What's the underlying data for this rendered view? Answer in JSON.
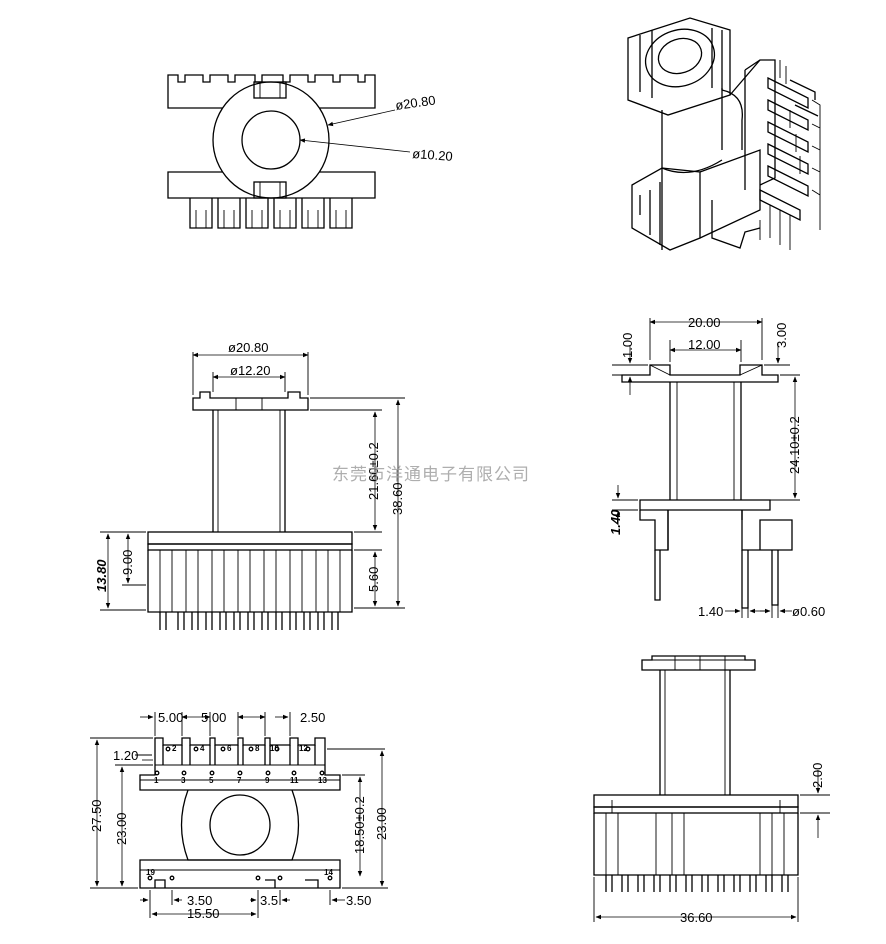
{
  "watermark": "东莞市洋通电子有限公司",
  "top_view": {
    "outer_dia": "ø20.80",
    "inner_dia": "ø10.20"
  },
  "front_view": {
    "flange_dia": "ø20.80",
    "core_dia": "ø12.20",
    "winding_height": "21.60±0.2",
    "total_height": "38.60",
    "base_height": "13.80",
    "base_upper": "9.00",
    "pin_length": "5.60"
  },
  "side_view": {
    "top_width": "20.00",
    "inner_width": "12.00",
    "flange_thick": "1.00",
    "chamfer": "3.00",
    "winding_height": "24.10±0.2",
    "base_flange": "1.40",
    "pin_offset": "1.40",
    "pin_dia": "ø0.60"
  },
  "bottom_view": {
    "pitch_a": "5.00",
    "pitch_b": "5.00",
    "slot": "2.50",
    "edge": "1.20",
    "length_total": "27.50",
    "length_inner": "23.00",
    "center_dist": "18.50±0.2",
    "length_right": "23.00",
    "pin_gap_left": "3.50",
    "span": "15.50",
    "pin_gap_mid": "3.5",
    "pin_gap_right": "3.50",
    "pins_top": [
      "2",
      "4",
      "6",
      "8",
      "10",
      "12"
    ],
    "pins_mid": [
      "1",
      "3",
      "5",
      "7",
      "9",
      "11",
      "13"
    ],
    "pins_bot": [
      "19",
      "14"
    ]
  },
  "rear_view": {
    "height": "2.00",
    "width": "36.60"
  }
}
